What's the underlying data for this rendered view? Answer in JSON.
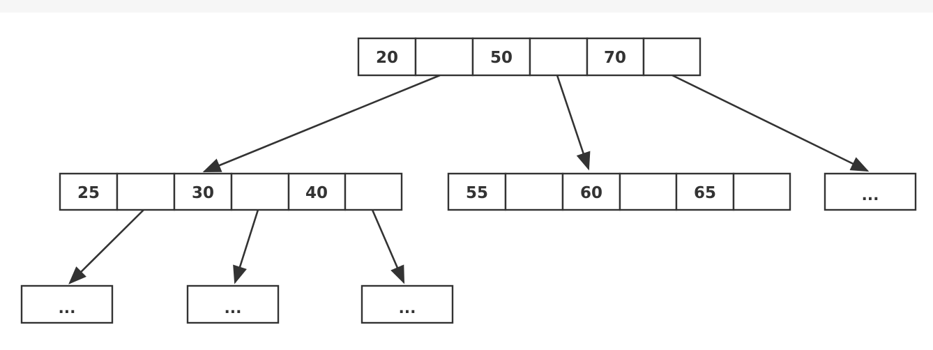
{
  "nodes": {
    "root": [
      "20",
      "",
      "50",
      "",
      "70",
      ""
    ],
    "left": [
      "25",
      "",
      "30",
      "",
      "40",
      ""
    ],
    "middle": [
      "55",
      "",
      "60",
      "",
      "65",
      ""
    ],
    "right_child": "...",
    "leaf_1": "...",
    "leaf_2": "...",
    "leaf_3": "..."
  },
  "colors": {
    "stroke": "#333333",
    "background": "#ffffff",
    "top_band": "#f6f6f6"
  }
}
